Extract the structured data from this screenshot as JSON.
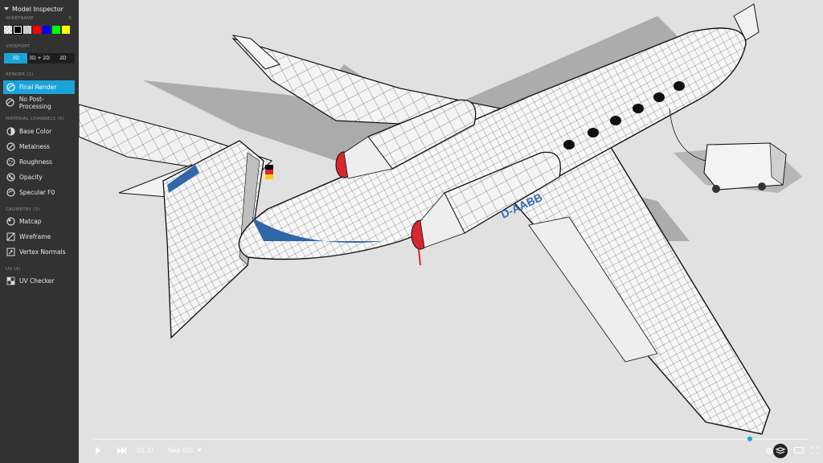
{
  "inspector": {
    "title": "Model Inspector",
    "wireframe": {
      "label": "WIREFRAME",
      "count": "5",
      "swatches": [
        "#cccccc",
        "#ffffff",
        "#cccccc",
        "#ff0000",
        "#0000ff",
        "#00ff00",
        "#ffff00"
      ]
    },
    "viewport": {
      "label": "VIEWPORT",
      "options": [
        "3D",
        "3D + 2D",
        "2D"
      ],
      "active": "3D"
    },
    "render": {
      "label": "RENDER (1)",
      "items": [
        {
          "label": "Final Render",
          "icon": "final-render-icon",
          "active": true
        },
        {
          "label": "No Post-Processing",
          "icon": "no-post-processing-icon",
          "active": false
        }
      ]
    },
    "material": {
      "label": "MATERIAL CHANNELS (5)",
      "items": [
        {
          "label": "Base Color",
          "icon": "base-color-icon"
        },
        {
          "label": "Metalness",
          "icon": "metalness-icon"
        },
        {
          "label": "Roughness",
          "icon": "roughness-icon"
        },
        {
          "label": "Opacity",
          "icon": "opacity-icon"
        },
        {
          "label": "Specular F0",
          "icon": "specular-icon"
        }
      ]
    },
    "geometry": {
      "label": "GEOMETRY (3)",
      "items": [
        {
          "label": "Matcap",
          "icon": "matcap-icon"
        },
        {
          "label": "Wireframe",
          "icon": "wireframe-icon"
        },
        {
          "label": "Vertex Normals",
          "icon": "vertex-normals-icon"
        }
      ]
    },
    "uv": {
      "label": "UV (4)",
      "items": [
        {
          "label": "UV Checker",
          "icon": "uv-checker-icon"
        }
      ]
    }
  },
  "model": {
    "registration": "D-AABB"
  },
  "player": {
    "time": "05:37",
    "take": "Take 001",
    "progress": 0.9
  },
  "colors": {
    "accent": "#1ba3d8",
    "sidebar": "#323232",
    "background": "#e1e1e1",
    "livery_blue": "#2f67a8",
    "engine_red": "#d8272e"
  }
}
